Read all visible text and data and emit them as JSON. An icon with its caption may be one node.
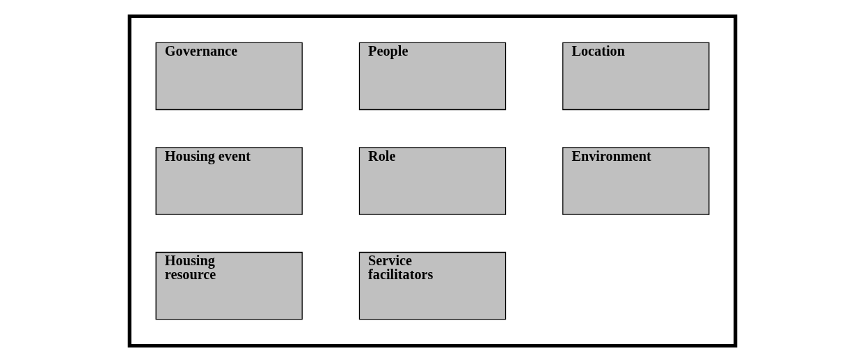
{
  "diagram": {
    "nodes": [
      {
        "text": [],
        "shape": "box"
      },
      {
        "text": [
          "Governance"
        ],
        "in": 0
      },
      {
        "text": [
          "People"
        ],
        "in": 0
      },
      {
        "text": [
          "Location"
        ],
        "in": 0
      },
      {
        "text": [
          "Housing event"
        ],
        "in": 0
      },
      {
        "text": [
          "Role"
        ],
        "in": 0
      },
      {
        "text": [
          "Environment"
        ],
        "in": 0
      },
      {
        "text": [
          "Housing resource"
        ],
        "in": 0
      },
      {
        "text": [
          "Service facilitators"
        ],
        "in": 0
      }
    ]
  }
}
